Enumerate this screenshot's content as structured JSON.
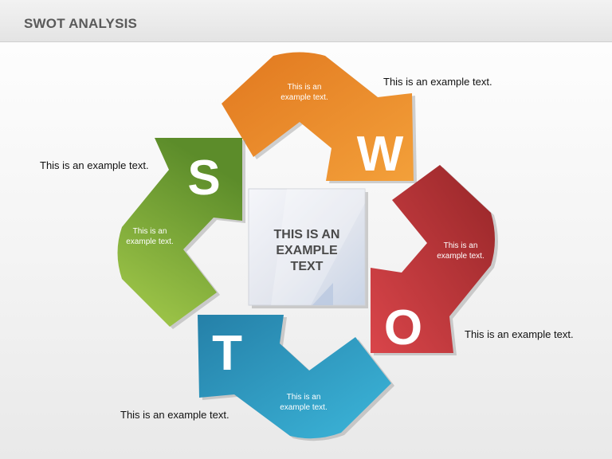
{
  "header": {
    "title": "SWOT ANALYSIS"
  },
  "center": {
    "lines": [
      "THIS IS AN",
      "EXAMPLE",
      "TEXT"
    ]
  },
  "quadrants": {
    "s": {
      "letter": "S",
      "inner": [
        "This is an",
        "example text."
      ],
      "side": "This is an example text.",
      "color": "#7fae35"
    },
    "w": {
      "letter": "W",
      "inner": [
        "This is an",
        "example text."
      ],
      "side": "This is an example text.",
      "color": "#ea8325"
    },
    "o": {
      "letter": "O",
      "inner": [
        "This is an",
        "example text."
      ],
      "side": "This is an example text.",
      "color": "#be3233"
    },
    "t": {
      "letter": "T",
      "inner": [
        "This is an",
        "example text."
      ],
      "side": "This is an example text.",
      "color": "#2f9cc2"
    }
  }
}
